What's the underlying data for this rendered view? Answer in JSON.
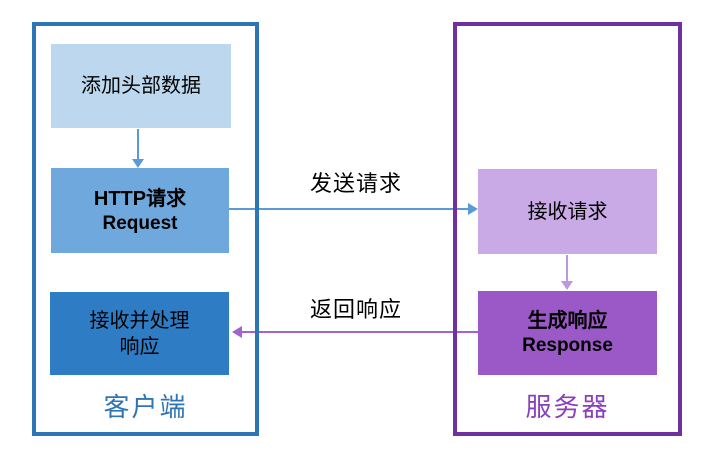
{
  "client": {
    "label": "客户端",
    "nodes": [
      {
        "line1": "添加头部数据"
      },
      {
        "line1": "HTTP请求",
        "line2": "Request"
      },
      {
        "line1": "接收并处理",
        "line2": "响应"
      }
    ]
  },
  "server": {
    "label": "服务器",
    "nodes": [
      {
        "line1": "接收请求"
      },
      {
        "line1": "生成响应",
        "line2": "Response"
      }
    ]
  },
  "edges": {
    "send_label": "发送请求",
    "return_label": "返回响应"
  },
  "colors": {
    "client_border": "#2E75B6",
    "client_label": "#2E75B6",
    "node_light_blue": "#BDD7EE",
    "node_mid_blue": "#6FA8DC",
    "node_dark_blue": "#2E7CC3",
    "arrow_blue": "#5B9BD5",
    "server_border": "#7030A0",
    "server_label": "#8A3FBE",
    "node_light_purple": "#C9A9E6",
    "node_dark_purple": "#9B59C8",
    "arrow_purple": "#A263CE",
    "arrow_purple_light": "#BD97E0",
    "text": "#000000"
  }
}
